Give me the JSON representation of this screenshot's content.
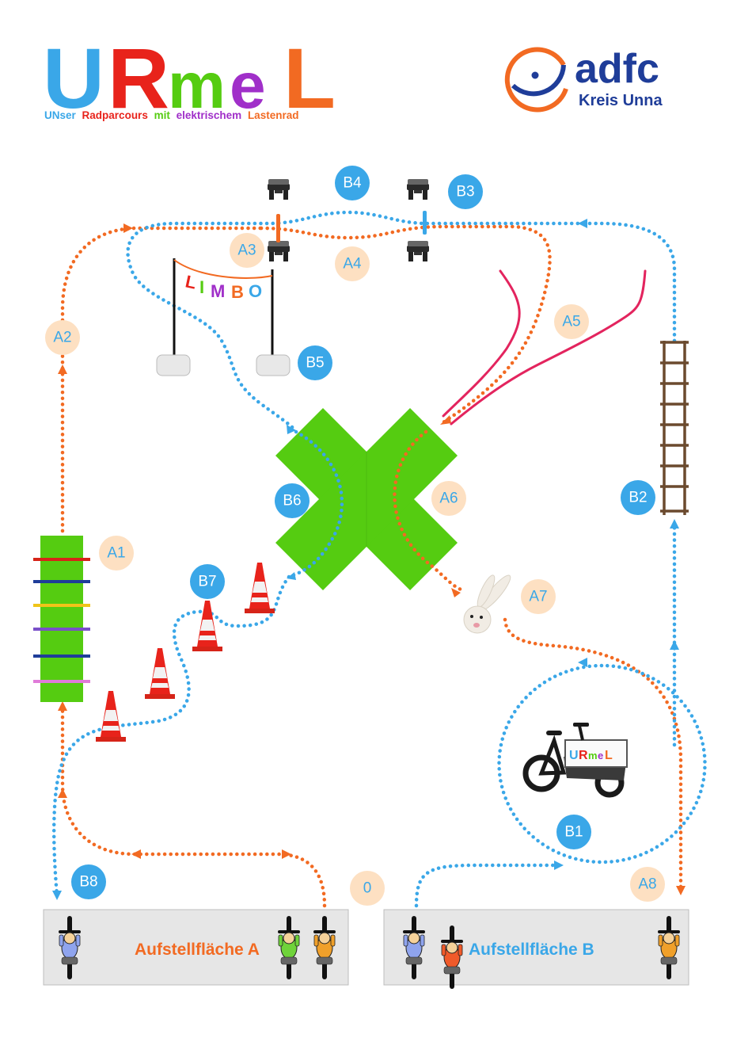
{
  "logo": {
    "letters": [
      "U",
      "R",
      "m",
      "e",
      "L"
    ],
    "subtitle_parts": [
      "UNser",
      "Radparcours",
      "mit",
      "elektrischem",
      "Lastenrad"
    ]
  },
  "org": {
    "name": "adfc",
    "region": "Kreis Unna"
  },
  "limbo": {
    "letters": [
      "L",
      "I",
      "M",
      "B",
      "O"
    ]
  },
  "bike_label": [
    "U",
    "R",
    "m",
    "e",
    "L"
  ],
  "stations_a": [
    "A1",
    "A2",
    "A3",
    "A4",
    "A5",
    "A6",
    "A7",
    "A8"
  ],
  "stations_b": [
    "B1",
    "B2",
    "B3",
    "B4",
    "B5",
    "B6",
    "B7",
    "B8"
  ],
  "start": "0",
  "areas": {
    "a": "Aufstellfläche A",
    "b": "Aufstellfläche B"
  },
  "colors": {
    "route_a": "#f26a22",
    "route_b": "#3aa7e8",
    "badge_a_fill": "#fde0c2",
    "badge_b_fill": "#3aa7e8",
    "green": "#55cc11",
    "area_bg": "#e6e6e6",
    "area_b_text": "#3aa7e8",
    "area_a_text": "#f26a22"
  }
}
